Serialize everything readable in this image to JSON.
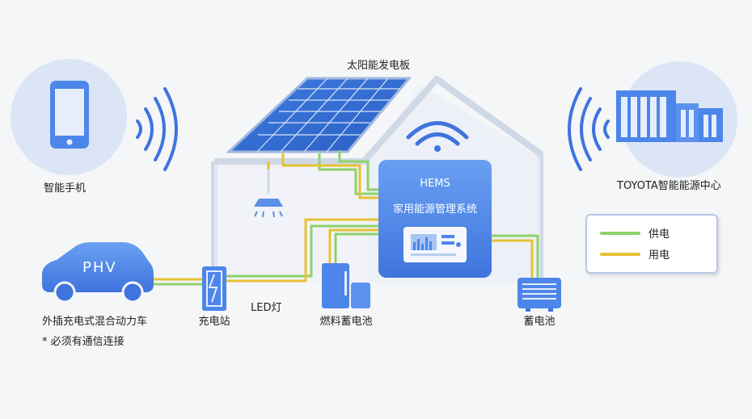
{
  "labels": {
    "solar_panel": "太阳能发电板",
    "smartphone": "智能手机",
    "toyota_center": "TOYOTA智能能源中心",
    "hems_title": "HEMS",
    "hems_subtitle": "家用能源管理系统",
    "phv_badge": "PHV",
    "phv_car": "外插充电式混合动力车",
    "phv_note": "* 必须有通信连接",
    "charging_station": "充电站",
    "led_light": "LED灯",
    "fuel_cell": "燃料蓄电池",
    "battery": "蓄电池"
  },
  "legend": {
    "supply_label": "供电",
    "use_label": "用电"
  },
  "colors": {
    "supply": "#8ed26b",
    "use": "#e6c233",
    "device_blue": "#4d86ea",
    "circle_bg": "#dbe5f6",
    "house_outline": "#cfd8e6"
  },
  "icons": [
    "smartphone-icon",
    "wifi-signal-icon",
    "solar-panel-icon",
    "ceiling-lamp-icon",
    "building-icon",
    "car-icon",
    "charging-station-icon",
    "fuel-cell-icon",
    "battery-icon",
    "monitor-icon"
  ]
}
